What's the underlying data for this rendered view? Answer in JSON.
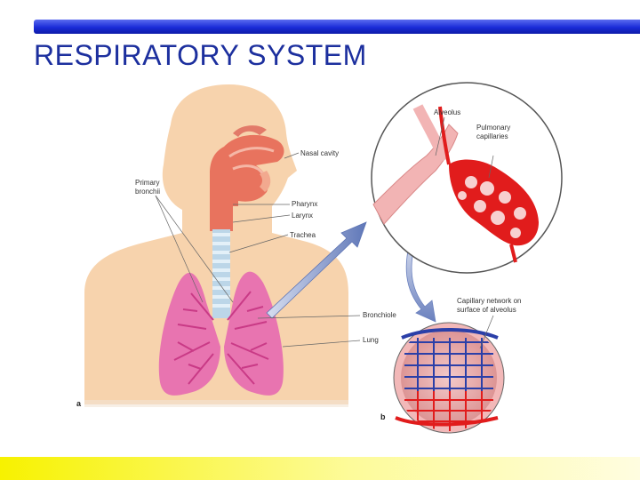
{
  "slide": {
    "title": "RESPIRATORY SYSTEM"
  },
  "figure": {
    "panels": {
      "a": "a",
      "b": "b"
    },
    "labels": {
      "nasal_cavity": "Nasal cavity",
      "pharynx": "Pharynx",
      "larynx": "Larynx",
      "trachea": "Trachea",
      "primary_bronchii_1": "Primary",
      "primary_bronchii_2": "bronchii",
      "bronchiole": "Bronchiole",
      "lung": "Lung",
      "alveolus": "Alveolus",
      "pulmonary_1": "Pulmonary",
      "pulmonary_2": "capillaries",
      "capillary_net_1": "Capillary network on",
      "capillary_net_2": "surface of alveolus"
    }
  },
  "colors": {
    "title_blue": "#1c2f9e",
    "skin": "#f7d3ad",
    "airway": "#e8735e",
    "lung_pink": "#e874b0",
    "capillary_red": "#e11c1c",
    "vein_blue": "#2b3fa8"
  }
}
